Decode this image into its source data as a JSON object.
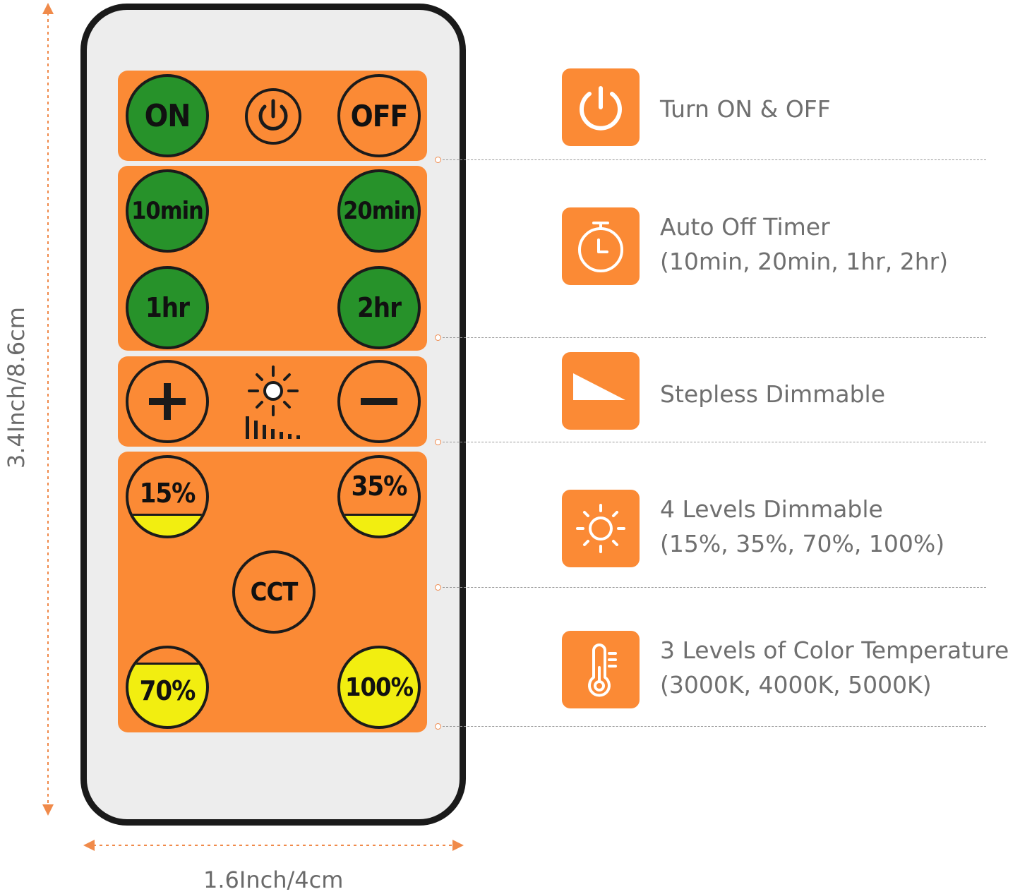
{
  "remote": {
    "on_label": "ON",
    "off_label": "OFF",
    "timer_buttons": [
      "10min",
      "20min",
      "1hr",
      "2hr"
    ],
    "level_buttons": [
      "15%",
      "35%",
      "70%",
      "100%"
    ],
    "cct_label": "CCT"
  },
  "dimensions": {
    "height_label": "3.4Inch/8.6cm",
    "width_label": "1.6Inch/4cm"
  },
  "features": [
    {
      "icon": "power-icon",
      "line1": "Turn ON & OFF",
      "line2": ""
    },
    {
      "icon": "timer-icon",
      "line1": "Auto Off Timer",
      "line2": "(10min, 20min, 1hr, 2hr)"
    },
    {
      "icon": "ramp-icon",
      "line1": "Stepless Dimmable",
      "line2": ""
    },
    {
      "icon": "sun-icon",
      "line1": "4 Levels Dimmable",
      "line2": "(15%, 35%, 70%, 100%)"
    },
    {
      "icon": "thermometer-icon",
      "line1": "3 Levels of Color Temperature",
      "line2": "(3000K, 4000K, 5000K)"
    }
  ],
  "colors": {
    "accent_orange": "#fb8a35",
    "button_green": "#27922a",
    "button_yellow": "#f2ee10",
    "text_gray": "#6f6f6f"
  }
}
